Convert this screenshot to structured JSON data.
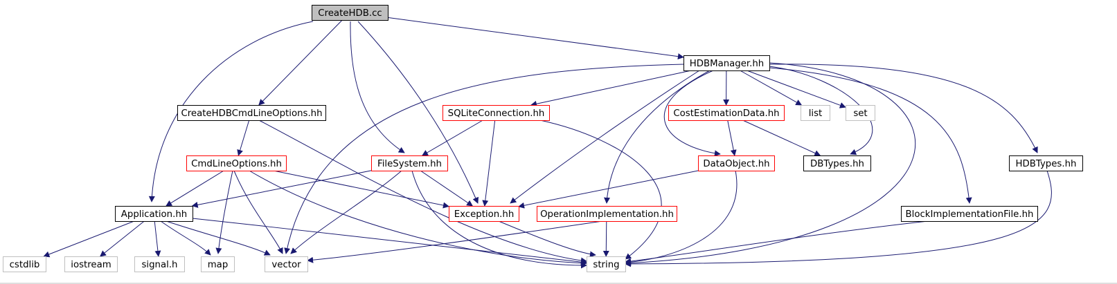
{
  "diagram": {
    "nodes": [
      {
        "id": "createhdb",
        "label": "CreateHDB.cc",
        "kind": "root"
      },
      {
        "id": "hdbmanager",
        "label": "HDBManager.hh",
        "kind": "normal"
      },
      {
        "id": "cmdlineopts_createhdb",
        "label": "CreateHDBCmdLineOptions.hh",
        "kind": "normal"
      },
      {
        "id": "sqliteconnection",
        "label": "SQLiteConnection.hh",
        "kind": "expandable"
      },
      {
        "id": "costestimationdata",
        "label": "CostEstimationData.hh",
        "kind": "expandable"
      },
      {
        "id": "list",
        "label": "list",
        "kind": "external"
      },
      {
        "id": "set",
        "label": "set",
        "kind": "external"
      },
      {
        "id": "cmdlineoptions",
        "label": "CmdLineOptions.hh",
        "kind": "expandable"
      },
      {
        "id": "filesystem",
        "label": "FileSystem.hh",
        "kind": "expandable"
      },
      {
        "id": "dataobject",
        "label": "DataObject.hh",
        "kind": "expandable"
      },
      {
        "id": "dbtypes",
        "label": "DBTypes.hh",
        "kind": "normal"
      },
      {
        "id": "hdbtypes",
        "label": "HDBTypes.hh",
        "kind": "normal"
      },
      {
        "id": "application",
        "label": "Application.hh",
        "kind": "normal"
      },
      {
        "id": "exception",
        "label": "Exception.hh",
        "kind": "expandable"
      },
      {
        "id": "operationimpl",
        "label": "OperationImplementation.hh",
        "kind": "expandable"
      },
      {
        "id": "blockimplfile",
        "label": "BlockImplementationFile.hh",
        "kind": "normal"
      },
      {
        "id": "cstdlib",
        "label": "cstdlib",
        "kind": "external"
      },
      {
        "id": "iostream",
        "label": "iostream",
        "kind": "external"
      },
      {
        "id": "signal",
        "label": "signal.h",
        "kind": "external"
      },
      {
        "id": "map",
        "label": "map",
        "kind": "external"
      },
      {
        "id": "vector",
        "label": "vector",
        "kind": "external"
      },
      {
        "id": "string",
        "label": "string",
        "kind": "external"
      }
    ],
    "edges": [
      [
        "createhdb",
        "hdbmanager"
      ],
      [
        "createhdb",
        "cmdlineopts_createhdb"
      ],
      [
        "createhdb",
        "application"
      ],
      [
        "createhdb",
        "filesystem"
      ],
      [
        "createhdb",
        "exception"
      ],
      [
        "hdbmanager",
        "sqliteconnection"
      ],
      [
        "hdbmanager",
        "costestimationdata"
      ],
      [
        "hdbmanager",
        "list"
      ],
      [
        "hdbmanager",
        "set"
      ],
      [
        "hdbmanager",
        "dbtypes"
      ],
      [
        "hdbmanager",
        "hdbtypes"
      ],
      [
        "hdbmanager",
        "blockimplfile"
      ],
      [
        "hdbmanager",
        "dataobject"
      ],
      [
        "hdbmanager",
        "operationimpl"
      ],
      [
        "hdbmanager",
        "exception"
      ],
      [
        "hdbmanager",
        "vector"
      ],
      [
        "hdbmanager",
        "string"
      ],
      [
        "cmdlineopts_createhdb",
        "cmdlineoptions"
      ],
      [
        "cmdlineopts_createhdb",
        "string"
      ],
      [
        "sqliteconnection",
        "filesystem"
      ],
      [
        "sqliteconnection",
        "exception"
      ],
      [
        "sqliteconnection",
        "string"
      ],
      [
        "costestimationdata",
        "dataobject"
      ],
      [
        "costestimationdata",
        "dbtypes"
      ],
      [
        "cmdlineoptions",
        "application"
      ],
      [
        "cmdlineoptions",
        "exception"
      ],
      [
        "cmdlineoptions",
        "map"
      ],
      [
        "cmdlineoptions",
        "vector"
      ],
      [
        "cmdlineoptions",
        "string"
      ],
      [
        "filesystem",
        "application"
      ],
      [
        "filesystem",
        "exception"
      ],
      [
        "filesystem",
        "vector"
      ],
      [
        "filesystem",
        "string"
      ],
      [
        "dataobject",
        "exception"
      ],
      [
        "dataobject",
        "string"
      ],
      [
        "hdbtypes",
        "string"
      ],
      [
        "application",
        "cstdlib"
      ],
      [
        "application",
        "iostream"
      ],
      [
        "application",
        "signal"
      ],
      [
        "application",
        "map"
      ],
      [
        "application",
        "vector"
      ],
      [
        "application",
        "string"
      ],
      [
        "exception",
        "string"
      ],
      [
        "operationimpl",
        "string"
      ],
      [
        "operationimpl",
        "vector"
      ],
      [
        "blockimplfile",
        "string"
      ]
    ],
    "colors": {
      "edge": "#191970",
      "root_fill": "#bfbfbf",
      "normal_border": "#000000",
      "expandable_border": "#ff0000",
      "external_border": "#bfbfbf",
      "node_fill": "#ffffff"
    }
  }
}
